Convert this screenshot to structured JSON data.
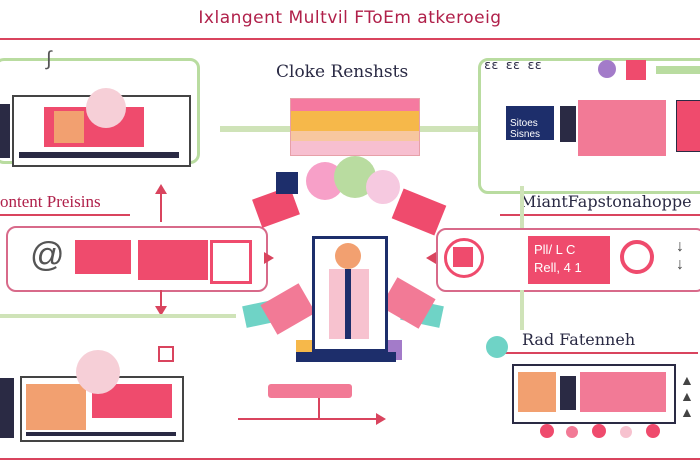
{
  "header": {
    "title": "Ixlangent Multvil FToEm atkeroeig"
  },
  "labels": {
    "top_center": "Cloke Renshsts",
    "left_mid": "ontent Preisins",
    "right_mid": "MiantFapstonahoppe",
    "right_bottom": "Rad Fatenneh"
  },
  "right_top_panel": {
    "code_row": "ɛɛ ɛɛ ɛɛ",
    "card_lines": [
      "Sitoes",
      "Sisnes"
    ]
  },
  "right_mid_panel": {
    "line1": "Pll/ L C",
    "line2": "Rell, 4 1"
  },
  "colors": {
    "accent": "#d9445e",
    "pink": "#ef4b6d",
    "teal": "#6fd3c6",
    "green_frame": "#b9dca0",
    "navy": "#1d2e6b"
  }
}
